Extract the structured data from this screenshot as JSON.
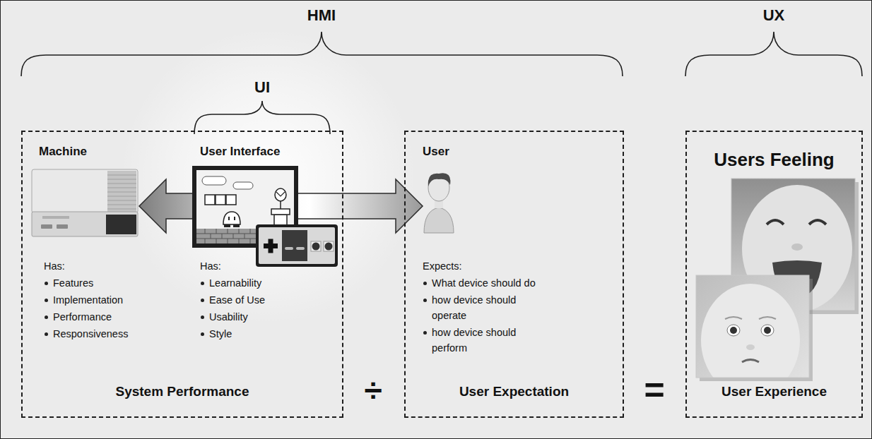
{
  "diagram": {
    "nodes": [
      {
        "text": [
          "System Performance"
        ]
      },
      {
        "text": [
          "Machine",
          "Has:",
          "Features",
          "Implementation",
          "Performance",
          "Responsiveness"
        ],
        "in": 0
      },
      {
        "text": [
          "User Interface",
          "Has:",
          "Learnability",
          "Ease of Use",
          "Usability",
          "Style"
        ],
        "in": 0
      },
      {
        "text": [
          "User Expectation"
        ]
      },
      {
        "text": [
          "User",
          "Expects:",
          "What device should do",
          "how device should operate",
          "how device should perform"
        ],
        "in": 3
      },
      {
        "text": [
          "Users Feeling",
          "User Experience"
        ]
      }
    ],
    "edges": [
      {
        "from": 1,
        "to": 4,
        "arrow": "both"
      }
    ],
    "labels": [
      "HMI",
      "UI",
      "UX",
      "÷",
      "="
    ]
  }
}
